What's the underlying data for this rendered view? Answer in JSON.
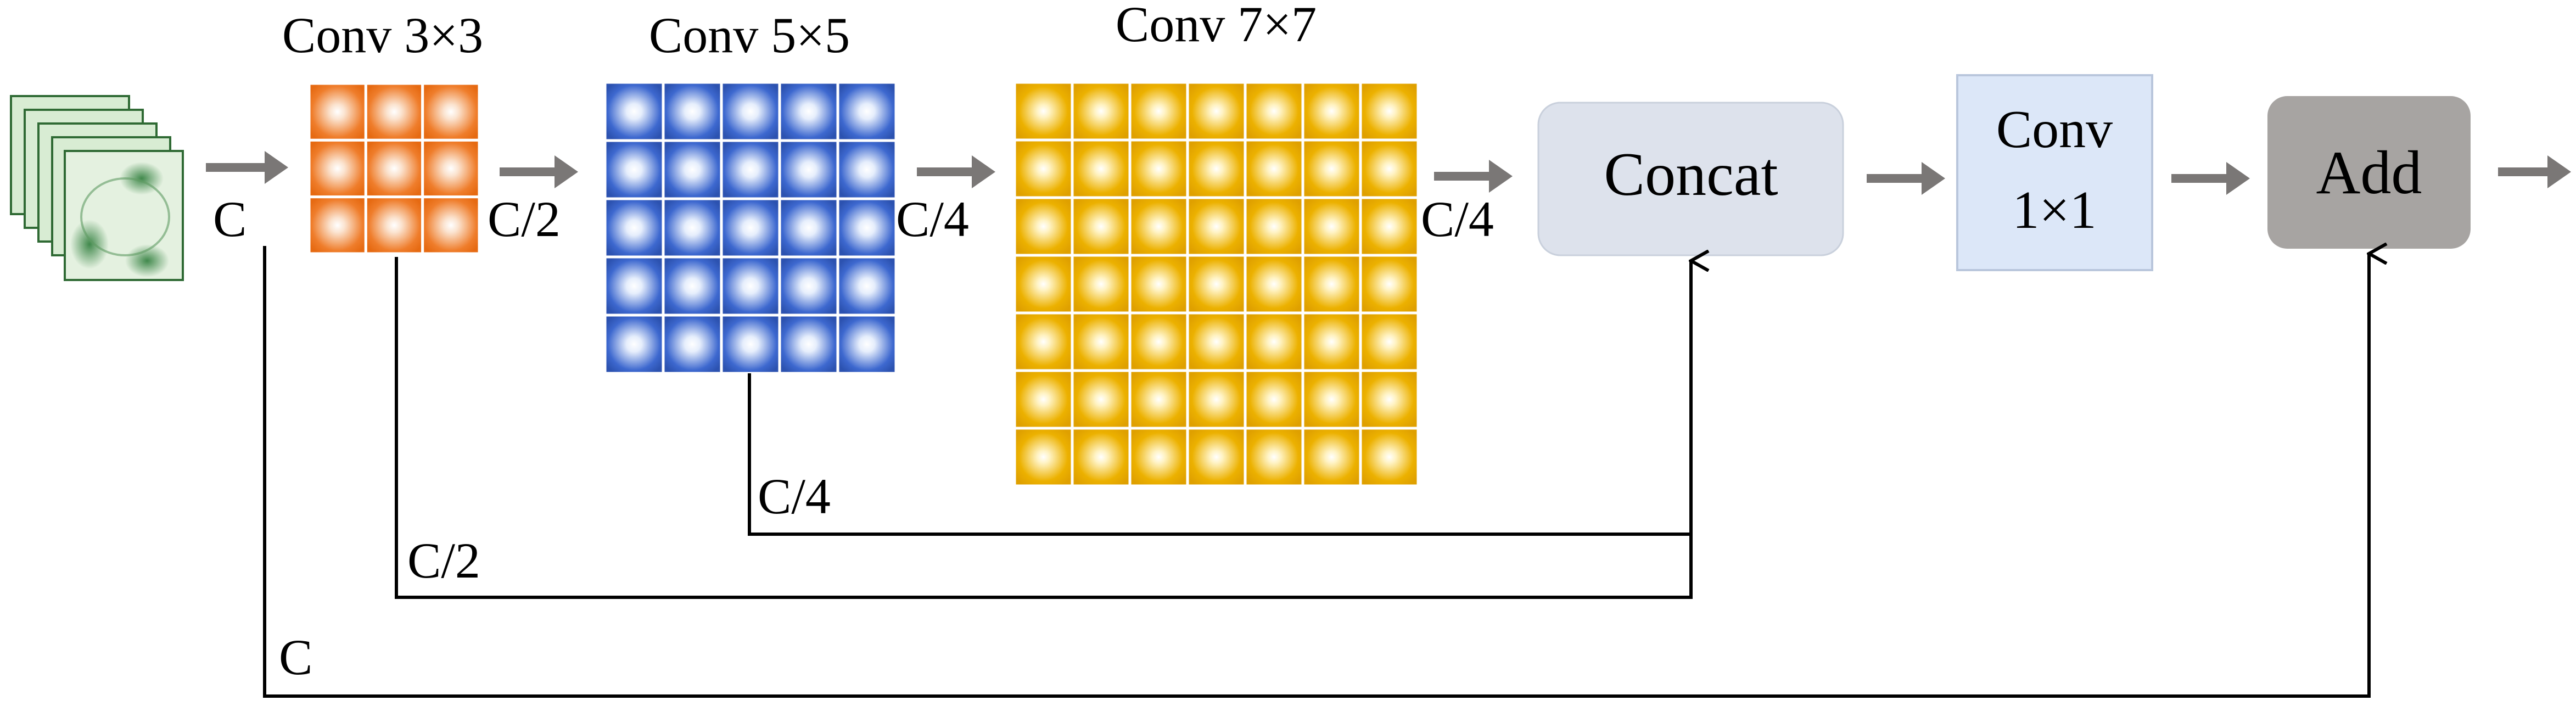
{
  "titles": {
    "conv3": "Conv 3×3",
    "conv5": "Conv 5×5",
    "conv7": "Conv 7×7"
  },
  "channel_labels": {
    "input": "C",
    "after_conv3": "C/2",
    "after_conv5": "C/4",
    "after_conv7": "C/4",
    "skip_conv5": "C/4",
    "skip_conv3": "C/2",
    "skip_input": "C"
  },
  "blocks": {
    "concat": "Concat",
    "conv1_line1": "Conv",
    "conv1_line2": "1×1",
    "add": "Add"
  },
  "grids": {
    "conv3": {
      "n": 3,
      "color": "#ef7d2b",
      "glow": "#fbe3cf",
      "edge": "#e96d18"
    },
    "conv5": {
      "n": 5,
      "color": "#3d68cf",
      "glow": "#e6eefc",
      "edge": "#2f56b8"
    },
    "conv7": {
      "n": 7,
      "color": "#ecb100",
      "glow": "#fff3c4",
      "edge": "#e3a300"
    }
  },
  "colors": {
    "arrow": "#7a7776",
    "line": "#000000",
    "concat_fill": "#dde2ec",
    "conv1_fill": "#dce7f8",
    "conv1_stroke": "#b9c6dc",
    "add_fill": "#a7a4a2",
    "feature_map_edge": "#2f6a34",
    "feature_map_fill": "#cfe7cb"
  }
}
